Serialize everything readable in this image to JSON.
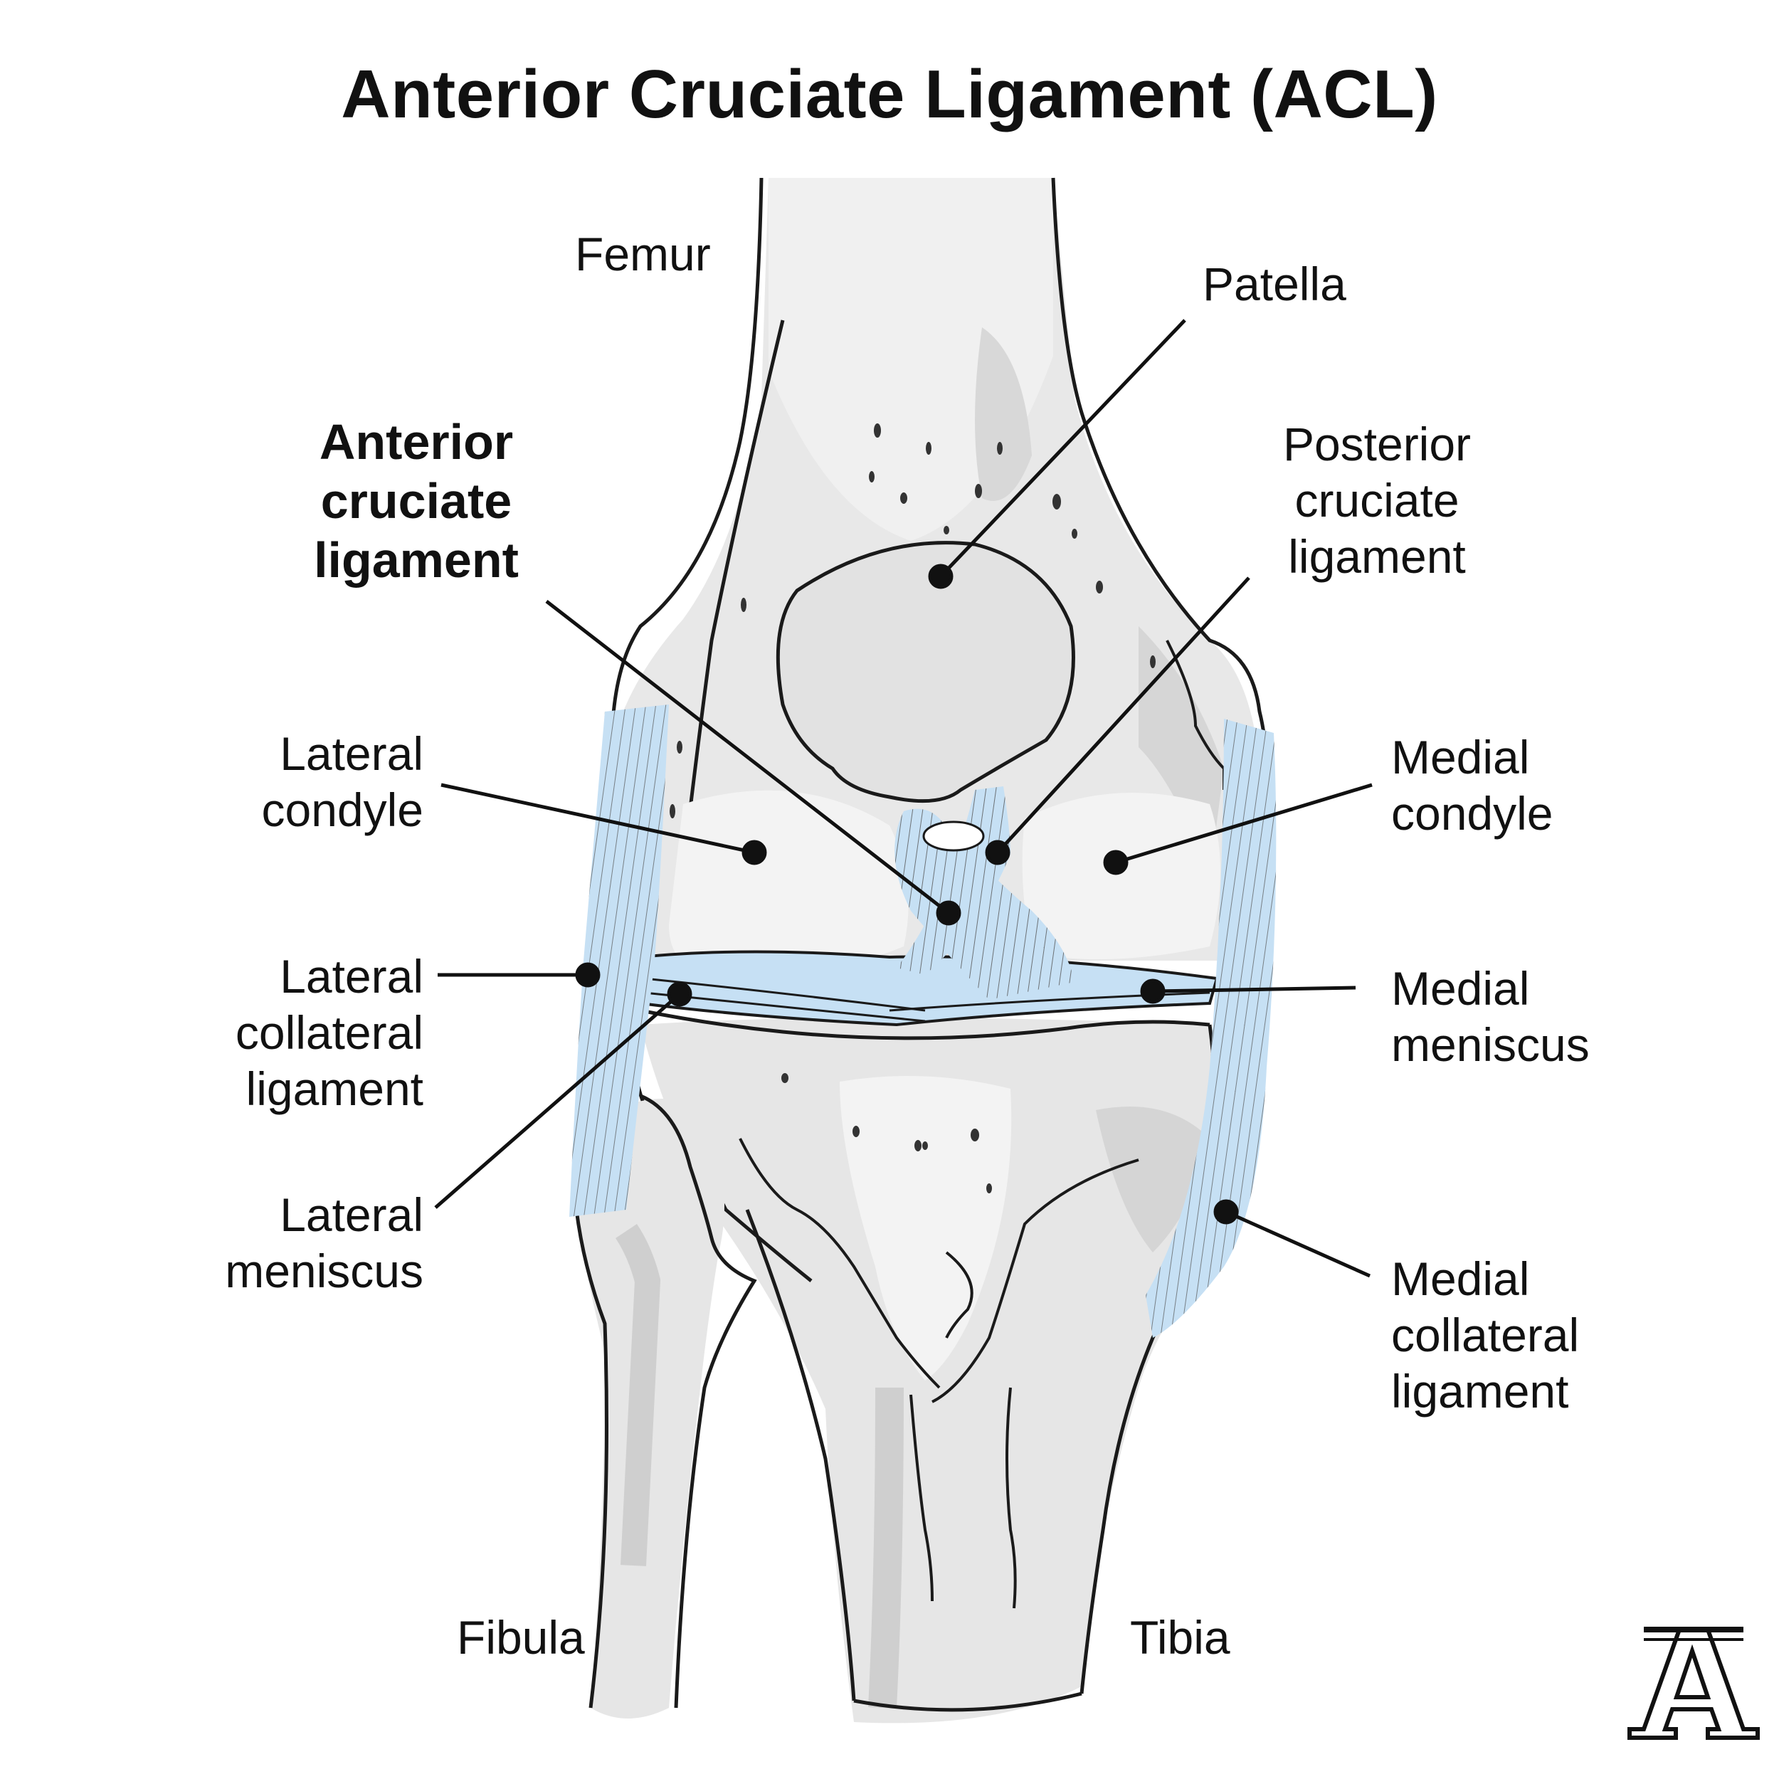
{
  "title": "Anterior Cruciate Ligament (ACL)",
  "labels": {
    "femur": [
      "Femur"
    ],
    "patella": [
      "Patella"
    ],
    "acl": [
      "Anterior",
      "cruciate",
      "ligament"
    ],
    "pcl": [
      "Posterior",
      "cruciate",
      "ligament"
    ],
    "lateral_condyle": [
      "Lateral",
      "condyle"
    ],
    "medial_condyle": [
      "Medial",
      "condyle"
    ],
    "lateral_collateral": [
      "Lateral",
      "collateral",
      "ligament"
    ],
    "medial_meniscus": [
      "Medial",
      "meniscus"
    ],
    "lateral_meniscus": [
      "Lateral",
      "meniscus"
    ],
    "medial_collateral": [
      "Medial",
      "collateral",
      "ligament"
    ],
    "fibula": [
      "Fibula"
    ],
    "tibia": [
      "Tibia"
    ]
  },
  "logo_letter": "A",
  "colors": {
    "bone": "#e6e6e6",
    "bone_light": "#f2f2f2",
    "bone_shadow": "#d2d2d2",
    "ligament": "#c6e0f4",
    "outline": "#1a1a1a"
  }
}
